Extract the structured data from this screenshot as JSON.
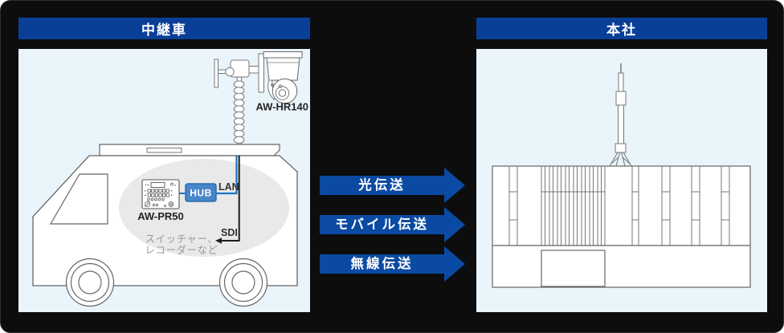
{
  "panels": {
    "left": {
      "title": "中継車"
    },
    "right": {
      "title": "本社"
    }
  },
  "van": {
    "camera_label": "AW-HR140",
    "controller_label": "AW-PR50",
    "hub_label": "HUB",
    "lan_label": "LAN",
    "sdi_label": "SDI",
    "switcher_line1": "スイッチャー、",
    "switcher_line2": "レコーダーなど"
  },
  "arrows": [
    {
      "label": "光伝送"
    },
    {
      "label": "モバイル伝送"
    },
    {
      "label": "無線伝送"
    }
  ],
  "colors": {
    "header_blue": "#0a3f98",
    "arrow_blue": "#0b4aa2",
    "panel_bg": "#eaf4fb",
    "hub_blue": "#4886ca",
    "hub_border": "#2a6ab2",
    "lan_line": "#1b74c5",
    "sdi_line": "#1c1c1c"
  }
}
